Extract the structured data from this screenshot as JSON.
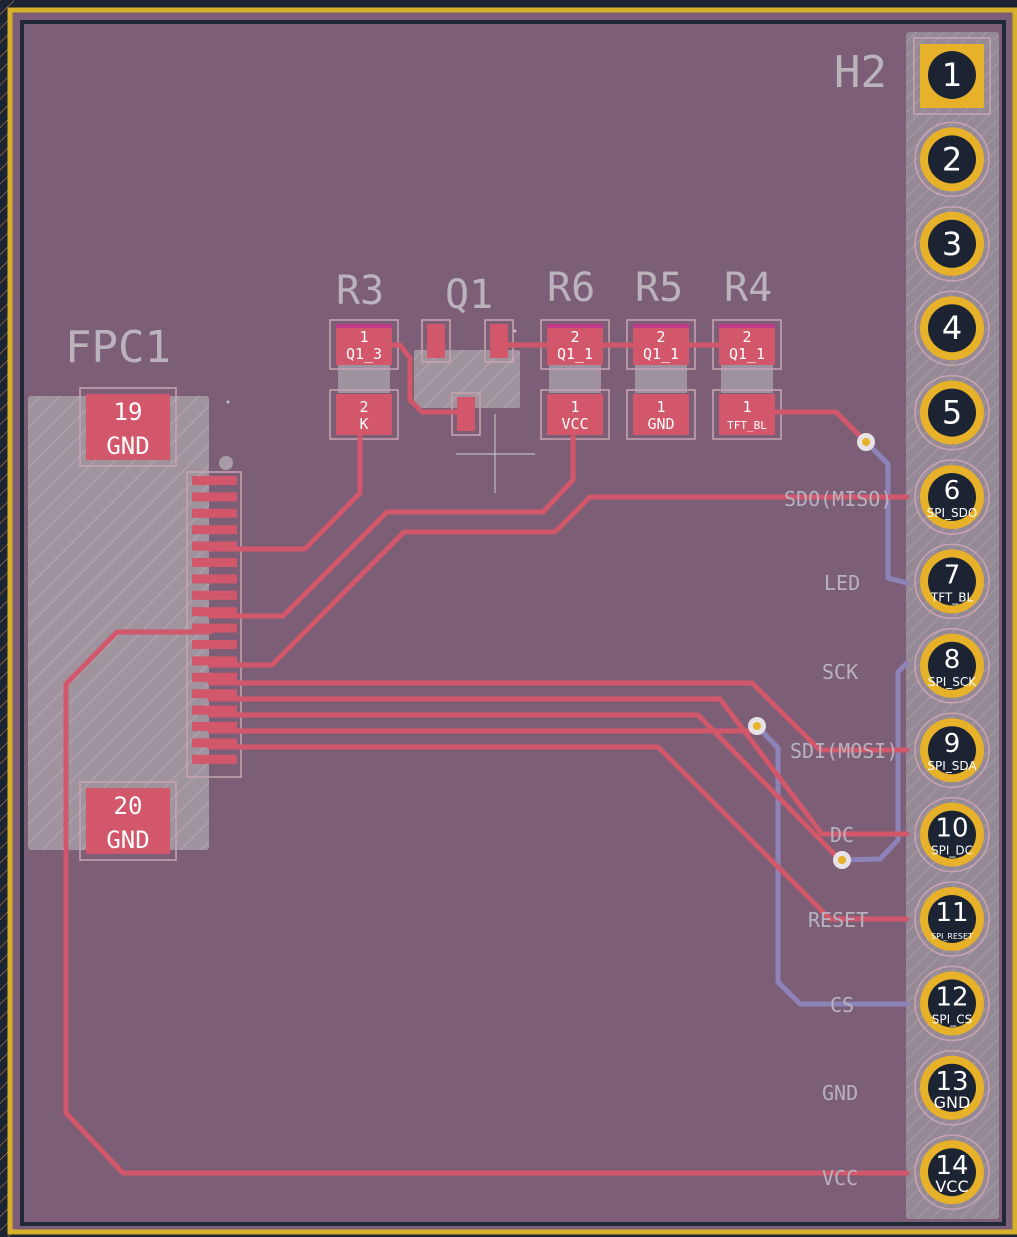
{
  "colors": {
    "background": "#1c2433",
    "board_fill": "#7c5f77",
    "edge_cuts": "#d8b02a",
    "front_copper": "#d2576a",
    "back_copper": "#8e83b8",
    "pad_gold": "#e7b129",
    "silkscreen": "#c6c1c9",
    "courtyard": "#b9a9b5"
  },
  "refs": {
    "header": "H2",
    "fpc": "FPC1",
    "r3": "R3",
    "q1": "Q1",
    "r6": "R6",
    "r5": "R5",
    "r4": "R4"
  },
  "fpc_pads": {
    "pad19_num": "19",
    "pad19_net": "GND",
    "pad20_num": "20",
    "pad20_net": "GND"
  },
  "resistors": {
    "r3_pin1_num": "1",
    "r3_pin1_net": "Q1_3",
    "r3_pin2_num": "2",
    "r3_pin2_net": "K",
    "r6_pin2_num": "2",
    "r6_pin2_net": "Q1_1",
    "r6_pin1_num": "1",
    "r6_pin1_net": "VCC",
    "r5_pin2_num": "2",
    "r5_pin2_net": "Q1_1",
    "r5_pin1_num": "1",
    "r5_pin1_net": "GND",
    "r4_pin2_num": "2",
    "r4_pin2_net": "Q1_1",
    "r4_pin1_num": "1",
    "r4_pin1_net": "TFT_BL"
  },
  "header_pins": [
    {
      "num": "1",
      "net": ""
    },
    {
      "num": "2",
      "net": ""
    },
    {
      "num": "3",
      "net": ""
    },
    {
      "num": "4",
      "net": ""
    },
    {
      "num": "5",
      "net": ""
    },
    {
      "num": "6",
      "net": "SPI_SDO"
    },
    {
      "num": "7",
      "net": "TFT_BL"
    },
    {
      "num": "8",
      "net": "SPI_SCK"
    },
    {
      "num": "9",
      "net": "SPI_SDA"
    },
    {
      "num": "10",
      "net": "SPI_DC"
    },
    {
      "num": "11",
      "net": "SPI_RESET"
    },
    {
      "num": "12",
      "net": "SPI_CS"
    },
    {
      "num": "13",
      "net": "GND"
    },
    {
      "num": "14",
      "net": "VCC"
    }
  ],
  "net_labels": {
    "sdo": "SDO(MISO)",
    "led": "LED",
    "sck": "SCK",
    "sdi": "SDI(MOSI)",
    "dc": "DC",
    "reset": "RESET",
    "cs": "CS",
    "gnd": "GND",
    "vcc": "VCC"
  }
}
